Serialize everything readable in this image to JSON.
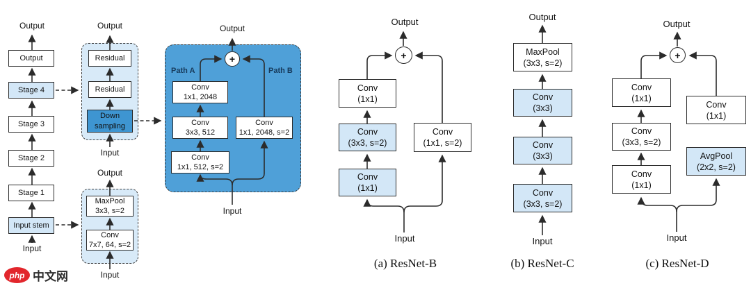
{
  "backbone": {
    "output_label": "Output",
    "input_label": "Input",
    "boxes": [
      {
        "label": "Output"
      },
      {
        "label": "Stage 4"
      },
      {
        "label": "Stage 3"
      },
      {
        "label": "Stage 2"
      },
      {
        "label": "Stage 1"
      },
      {
        "label": "Input stem"
      }
    ]
  },
  "stage4_detail": {
    "output_label": "Output",
    "input_label": "Input",
    "boxes": [
      {
        "line1": "Residual"
      },
      {
        "line1": "Residual"
      },
      {
        "line1": "Down",
        "line2": "sampling"
      }
    ]
  },
  "stem_detail": {
    "output_label": "Output",
    "input_label": "Input",
    "boxes": [
      {
        "line1": "MaxPool",
        "line2": "3x3, s=2"
      },
      {
        "line1": "Conv",
        "line2": "7x7, 64, s=2"
      }
    ]
  },
  "downsampling_block": {
    "output_label": "Output",
    "input_label": "Input",
    "path_a_label": "Path A",
    "path_b_label": "Path B",
    "plus_symbol": "+",
    "path_a_boxes": [
      {
        "line1": "Conv",
        "line2": "1x1, 2048"
      },
      {
        "line1": "Conv",
        "line2": "3x3, 512"
      },
      {
        "line1": "Conv",
        "line2": "1x1, 512, s=2"
      }
    ],
    "path_b_boxes": [
      {
        "line1": "Conv",
        "line2": "1x1, 2048, s=2"
      }
    ]
  },
  "resnet_b": {
    "caption": "(a) ResNet-B",
    "output_label": "Output",
    "input_label": "Input",
    "plus_symbol": "+",
    "main_path_boxes": [
      {
        "line1": "Conv",
        "line2": "(1x1)"
      },
      {
        "line1": "Conv",
        "line2": "(3x3, s=2)"
      },
      {
        "line1": "Conv",
        "line2": "(1x1)"
      }
    ],
    "shortcut_boxes": [
      {
        "line1": "Conv",
        "line2": "(1x1, s=2)"
      }
    ]
  },
  "resnet_c": {
    "caption": "(b) ResNet-C",
    "output_label": "Output",
    "input_label": "Input",
    "boxes": [
      {
        "line1": "MaxPool",
        "line2": "(3x3, s=2)"
      },
      {
        "line1": "Conv",
        "line2": "(3x3)"
      },
      {
        "line1": "Conv",
        "line2": "(3x3)"
      },
      {
        "line1": "Conv",
        "line2": "(3x3, s=2)"
      }
    ]
  },
  "resnet_d": {
    "caption": "(c) ResNet-D",
    "output_label": "Output",
    "input_label": "Input",
    "plus_symbol": "+",
    "main_path_boxes": [
      {
        "line1": "Conv",
        "line2": "(1x1)"
      },
      {
        "line1": "Conv",
        "line2": "(3x3, s=2)"
      },
      {
        "line1": "Conv",
        "line2": "(1x1)"
      }
    ],
    "shortcut_boxes": [
      {
        "line1": "Conv",
        "line2": "(1x1)"
      },
      {
        "line1": "AvgPool",
        "line2": "(2x2, s=2)"
      }
    ]
  },
  "watermark": {
    "logo_text": "php",
    "site_text": "中文网"
  },
  "colors": {
    "light_blue_fill": "#d3e7f7",
    "container_fill": "#d8eaf8",
    "medium_blue_fill": "#4fa0d8",
    "dark_block_fill": "#3e95d1",
    "line_color": "#2b2b2b",
    "logo_red": "#e2262c"
  }
}
